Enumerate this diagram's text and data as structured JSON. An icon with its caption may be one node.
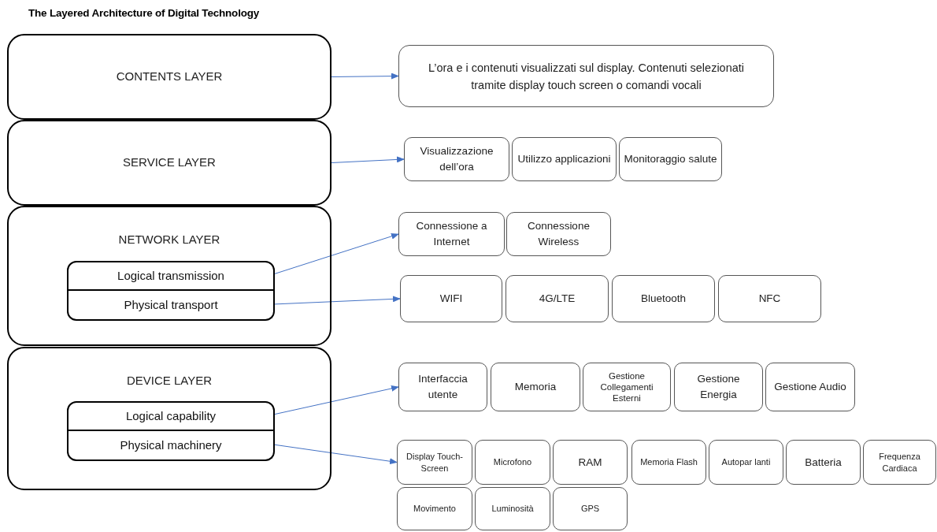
{
  "diagram": {
    "title": "The Layered Architecture of Digital Technology",
    "nodes": [
      {
        "text": [
          "CONTENTS LAYER"
        ]
      },
      {
        "text": [
          "SERVICE LAYER"
        ]
      },
      {
        "text": [
          "NETWORK LAYER"
        ]
      },
      {
        "text": [
          "Logical transmission"
        ],
        "in": 2
      },
      {
        "text": [
          "Physical transport"
        ],
        "in": 2
      },
      {
        "text": [
          "DEVICE LAYER"
        ]
      },
      {
        "text": [
          "Logical capability"
        ],
        "in": 5
      },
      {
        "text": [
          "Physical machinery"
        ],
        "in": 5
      },
      {
        "text": [
          "L’ora e i contenuti visualizzati sul display. Contenuti selezionati tramite display touch screen o comandi vocali"
        ]
      },
      {
        "text": [
          "Visualizzazione dell’ora"
        ]
      },
      {
        "text": [
          "Utilizzo applicazioni"
        ]
      },
      {
        "text": [
          "Monitoraggio salute"
        ]
      },
      {
        "text": [
          "Connessione a Internet"
        ]
      },
      {
        "text": [
          "Connessione Wireless"
        ]
      },
      {
        "text": [
          "WIFI"
        ]
      },
      {
        "text": [
          "4G/LTE"
        ]
      },
      {
        "text": [
          "Bluetooth"
        ]
      },
      {
        "text": [
          "NFC"
        ]
      },
      {
        "text": [
          "Interfaccia utente"
        ]
      },
      {
        "text": [
          "Memoria"
        ]
      },
      {
        "text": [
          "Gestione Collegamenti Esterni"
        ]
      },
      {
        "text": [
          "Gestione Energia"
        ]
      },
      {
        "text": [
          "Gestione Audio"
        ]
      },
      {
        "text": [
          "Display Touch- Screen"
        ]
      },
      {
        "text": [
          "Microfono"
        ]
      },
      {
        "text": [
          "RAM"
        ]
      },
      {
        "text": [
          "Memoria Flash"
        ]
      },
      {
        "text": [
          "Autopar lanti"
        ]
      },
      {
        "text": [
          "Batteria"
        ]
      },
      {
        "text": [
          "Frequenza Cardiaca"
        ]
      },
      {
        "text": [
          "Movimento"
        ]
      },
      {
        "text": [
          "Luminosità"
        ]
      },
      {
        "text": [
          "GPS"
        ]
      }
    ],
    "edges": [
      {
        "from": 0,
        "to": 8,
        "arrow": "to"
      },
      {
        "from": 1,
        "to": 9,
        "arrow": "to"
      },
      {
        "from": 3,
        "to": 12,
        "arrow": "to"
      },
      {
        "from": 4,
        "to": 14,
        "arrow": "to"
      },
      {
        "from": 6,
        "to": 18,
        "arrow": "to"
      },
      {
        "from": 7,
        "to": 23,
        "arrow": "to"
      }
    ]
  }
}
